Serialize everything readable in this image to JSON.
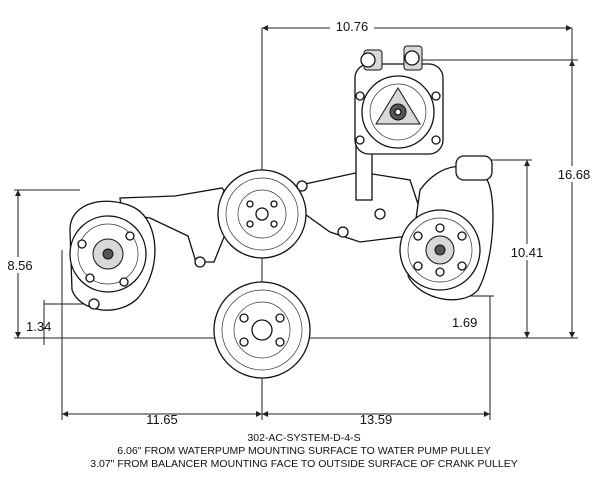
{
  "dimensions": {
    "top_width": "10.76",
    "total_height": "16.68",
    "right_height": "10.41",
    "left_height": "8.56",
    "left_offset": "1.34",
    "right_offset": "1.69",
    "left_width": "11.65",
    "right_width": "13.59"
  },
  "caption": {
    "part_number": "302-AC-SYSTEM-D-4-S",
    "line1": "6.06\" FROM WATERPUMP MOUNTING SURFACE TO WATER PUMP PULLEY",
    "line2": "3.07\" FROM BALANCER MOUNTING FACE TO OUTSIDE SURFACE OF CRANK PULLEY"
  }
}
